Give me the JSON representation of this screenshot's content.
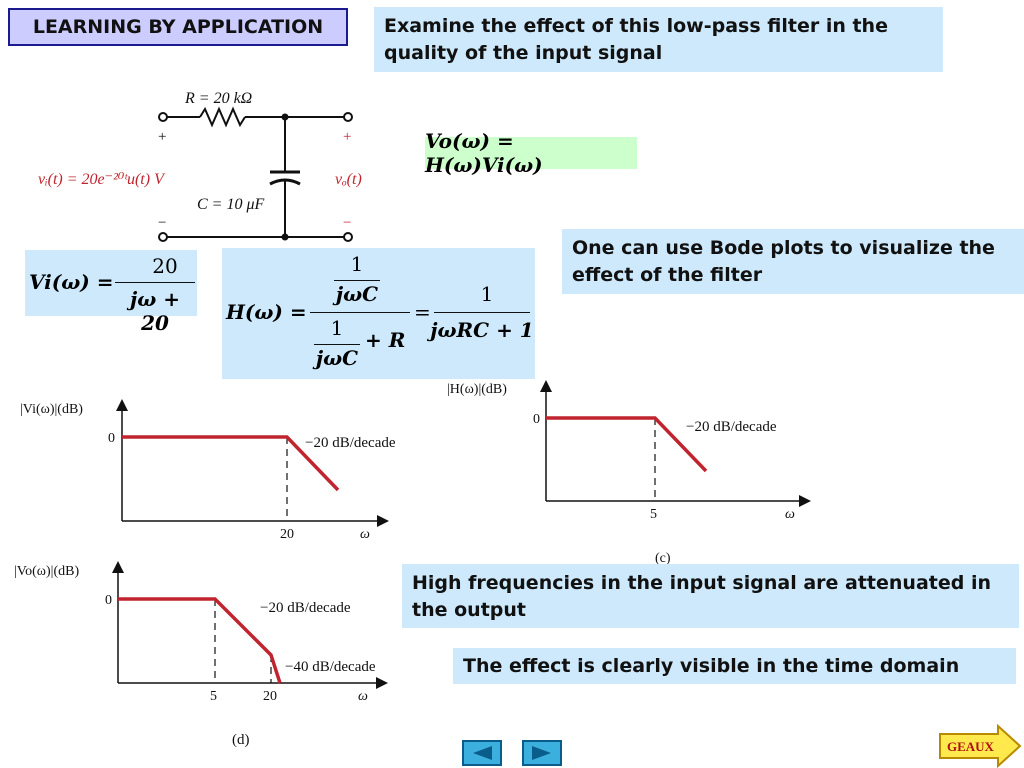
{
  "slide": {
    "title": "LEARNING BY APPLICATION",
    "intro": "Examine the effect of this low-pass filter in the quality of the input signal",
    "bode_note": "One can use Bode plots to visualize the effect of the filter",
    "hf_note": "High frequencies in the input signal are attenuated in the output",
    "time_note": "The effect is clearly visible in the time domain",
    "geaux_label": "GEAUX"
  },
  "circuit": {
    "r_label": "R = 20 kΩ",
    "c_label": "C = 10 μF",
    "vi_label": "vᵢ(t) = 20e⁻²⁰ᵗu(t) V",
    "vo_label": "vₒ(t)",
    "plus": "+",
    "minus": "−"
  },
  "equations": {
    "vo": "Vo(ω) = H(ω)Vi(ω)",
    "vi_lhs": "Vi(ω) =",
    "vi_num": "20",
    "vi_den": "jω + 20",
    "h_lhs": "H(ω) =",
    "h_num_num": "1",
    "h_num_den": "jωC",
    "h_den_num": "1",
    "h_den_den": "jωC",
    "h_den_plus": "+ R",
    "h_eq": "=",
    "h_rhs_num": "1",
    "h_rhs_den": "jωRC + 1"
  },
  "chart_data": [
    {
      "type": "line",
      "id": "vi-bode",
      "ylabel": "|Vi(ω)|(dB)",
      "xlabel": "ω",
      "y_tick": "0",
      "x_ticks": [
        "20"
      ],
      "breakpoints": [
        20
      ],
      "annotations": [
        "−20 dB/decade"
      ],
      "slopes_db_per_decade": [
        0,
        -20
      ],
      "caption": ""
    },
    {
      "type": "line",
      "id": "h-bode",
      "ylabel": "|H(ω)|(dB)",
      "xlabel": "ω",
      "y_tick": "0",
      "x_ticks": [
        "5"
      ],
      "breakpoints": [
        5
      ],
      "annotations": [
        "−20 dB/decade"
      ],
      "slopes_db_per_decade": [
        0,
        -20
      ],
      "caption": "(c)"
    },
    {
      "type": "line",
      "id": "vo-bode",
      "ylabel": "|Vo(ω)|(dB)",
      "xlabel": "ω",
      "y_tick": "0",
      "x_ticks": [
        "5",
        "20"
      ],
      "breakpoints": [
        5,
        20
      ],
      "annotations": [
        "−20 dB/decade",
        "−40 dB/decade"
      ],
      "slopes_db_per_decade": [
        0,
        -20,
        -40
      ],
      "caption": "(d)"
    }
  ],
  "colors": {
    "plot_line": "#c0252f",
    "label_red": "#c0252f",
    "note_bg": "#cde9fb",
    "eq_green_bg": "#ccffcc",
    "title_bg": "#ccccff"
  },
  "nav": {
    "prev_icon": "triangle-left-icon",
    "next_icon": "triangle-right-icon"
  }
}
